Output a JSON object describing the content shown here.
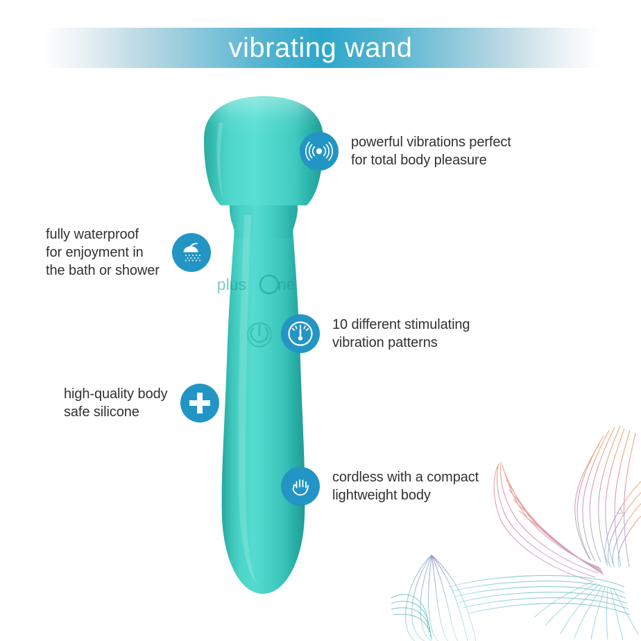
{
  "header": {
    "title": "vibrating wand",
    "gradient_center_color": "#2ba7cb",
    "text_color": "#ffffff"
  },
  "product": {
    "name": "vibrating wand",
    "brand_logo_text_1": "plus",
    "brand_logo_text_2": "ne",
    "brand_logo_o": "O",
    "body_color": "#3ccfc4",
    "power_button": "power-symbol"
  },
  "theme": {
    "icon_badge_color": "#2295c4",
    "text_color": "#2f3133",
    "product_color": "#3ccfc4"
  },
  "callouts": [
    {
      "id": "vibrations",
      "icon": "vibration-waves-icon",
      "text": "powerful vibrations perfect\nfor total body pleasure",
      "side": "right"
    },
    {
      "id": "waterproof",
      "icon": "shower-head-icon",
      "text": "fully waterproof\nfor enjoyment in\nthe bath or shower",
      "side": "left"
    },
    {
      "id": "patterns",
      "icon": "gauge-icon",
      "text": "10 different stimulating\nvibration patterns",
      "side": "right"
    },
    {
      "id": "silicone",
      "icon": "plus-cross-icon",
      "text": "high-quality body\nsafe silicone",
      "side": "left"
    },
    {
      "id": "cordless",
      "icon": "hand-icon",
      "text": "cordless with a compact\nlightweight body",
      "side": "right"
    }
  ],
  "decoration": {
    "name": "floral-line-art",
    "colors": [
      "#7fc5cb",
      "#d98bb0",
      "#9b8bc4",
      "#e8a36f"
    ]
  }
}
